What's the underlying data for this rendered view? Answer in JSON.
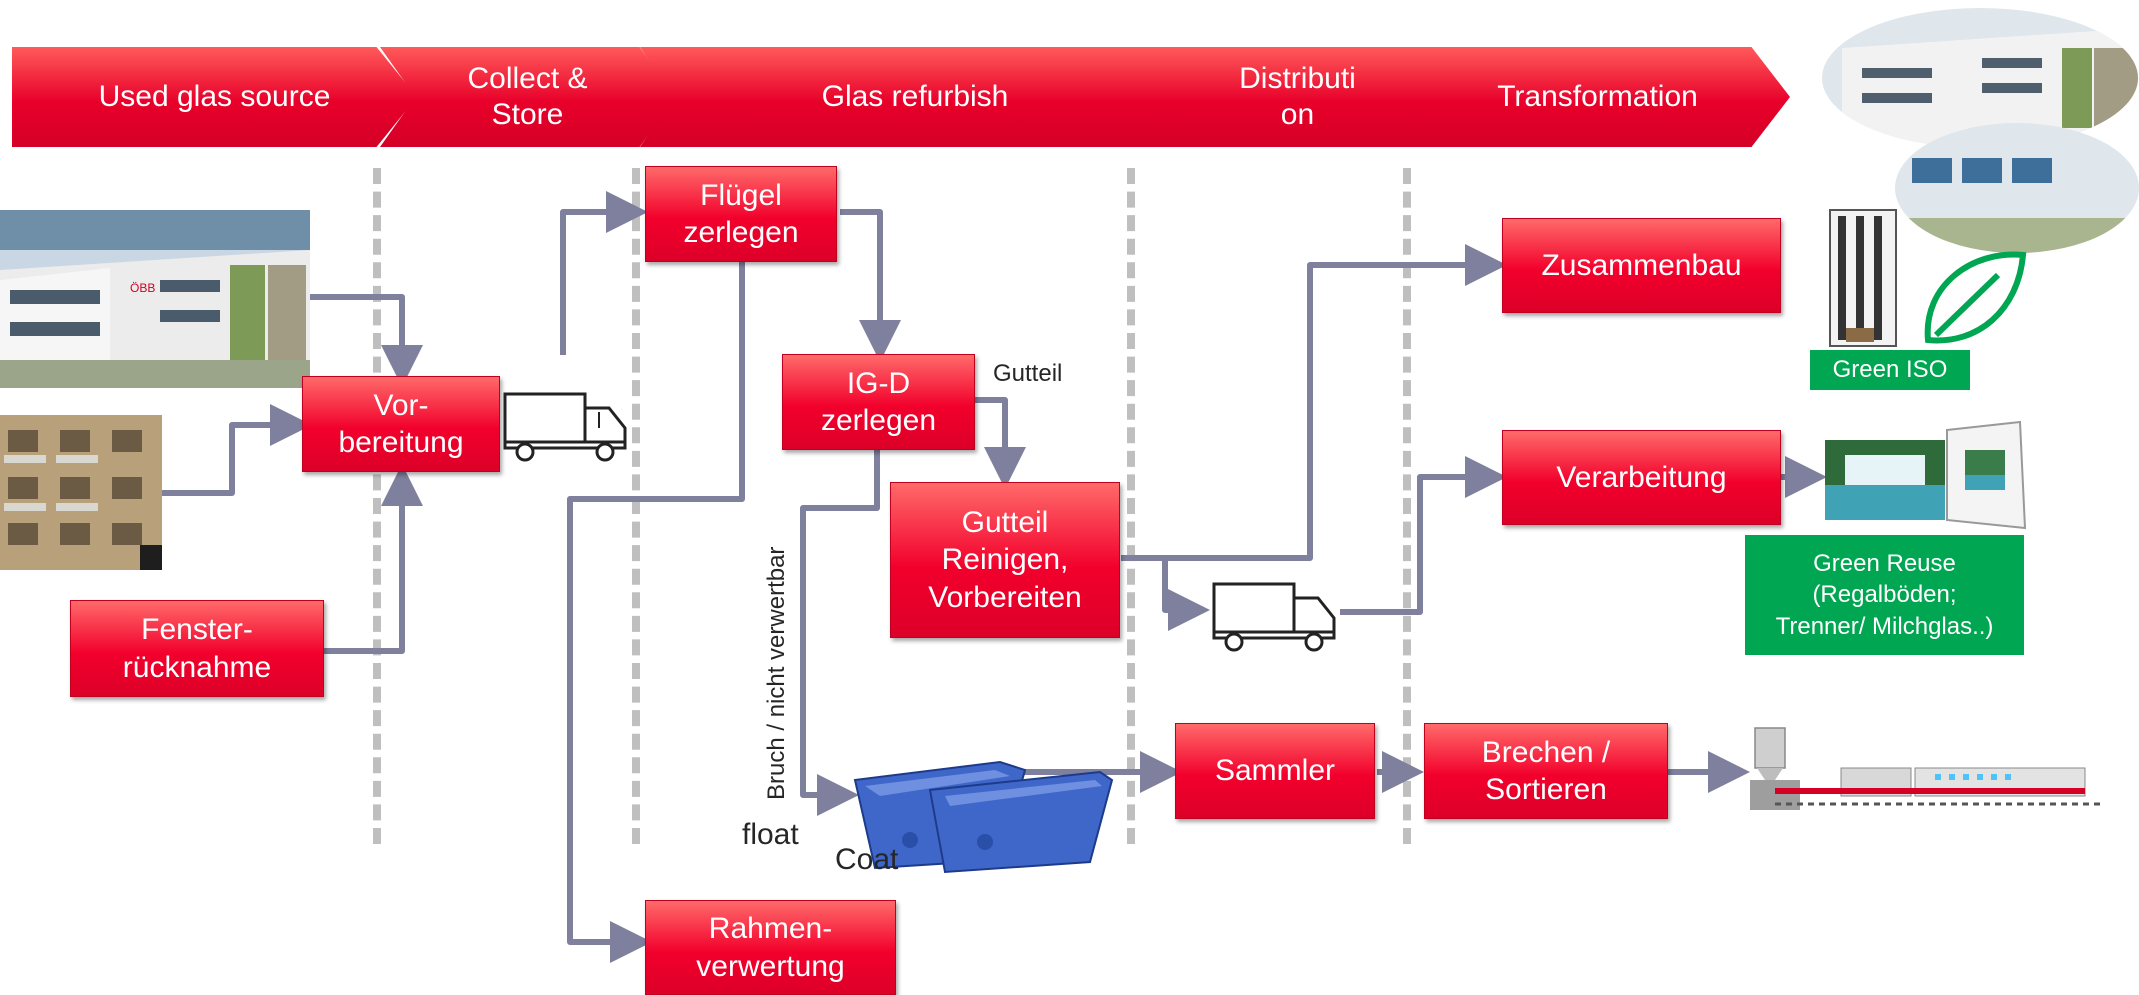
{
  "phases": [
    {
      "label": "Used glas source"
    },
    {
      "label": "Collect &\nStore"
    },
    {
      "label": "Glas refurbish"
    },
    {
      "label": "Distributi\non"
    },
    {
      "label": "Transformation"
    }
  ],
  "steps": {
    "vorbereitung": "Vor-\nbereitung",
    "fensterruecknahme": "Fenster-\nrücknahme",
    "fluegel_zerlegen": "Flügel\nzerlegen",
    "igd_zerlegen": "IG-D\nzerlegen",
    "gutteil_reinigen": "Gutteil\nReinigen,\nVorbereiten",
    "rahmenverwertung": "Rahmen-\nverwertung",
    "sammler": "Sammler",
    "brechen_sortieren": "Brechen /\nSortieren",
    "zusammenbau": "Zusammenbau",
    "verarbeitung": "Verarbeitung"
  },
  "outcomes": {
    "green_iso": "Green ISO",
    "green_reuse": "Green Reuse\n(Regalböden;\nTrenner/ Milchglas..)"
  },
  "labels": {
    "gutteil": "Gutteil",
    "bruch": "Bruch / nicht verwertbar",
    "float": "float",
    "coat": "Coat"
  },
  "colors": {
    "process_red": "#e8002a",
    "green": "#00a651",
    "arrow": "#7f7f9e",
    "divider": "#bfbfbf"
  },
  "icons": [
    "truck-icon",
    "container-icon",
    "leaf-icon",
    "window-profile-icon",
    "factory-line-icon"
  ]
}
